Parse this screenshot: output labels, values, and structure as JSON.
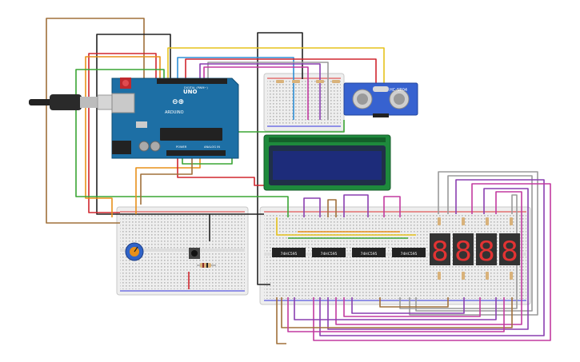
{
  "arduino": {
    "model_label": "UNO",
    "brand_label": "ARDUINO",
    "digital_label": "DIGITAL (PWM~)",
    "power_label": "POWER",
    "analog_label": "ANALOG IN"
  },
  "ultrasonic": {
    "label": "HC-SR04"
  },
  "shift_registers": [
    {
      "label": "74HC595"
    },
    {
      "label": "74HC595"
    },
    {
      "label": "74HC595"
    },
    {
      "label": "74HC595"
    }
  ],
  "seven_segment_digits": [
    "8",
    "8",
    "8",
    "8"
  ],
  "colors": {
    "brown": "#a0703a",
    "black": "#222222",
    "red": "#d0262e",
    "orange": "#e8901a",
    "yellow": "#e6c21c",
    "green": "#3aa534",
    "blue": "#2f8fd6",
    "purple": "#8a3fb0",
    "magenta": "#c23aa0",
    "gray": "#9a9a9a",
    "arduino_teal": "#1d6fa5",
    "lcd_screen": "#1d2c7a",
    "lcd_board": "#1e8a3c",
    "sensor_board": "#3762d0"
  }
}
